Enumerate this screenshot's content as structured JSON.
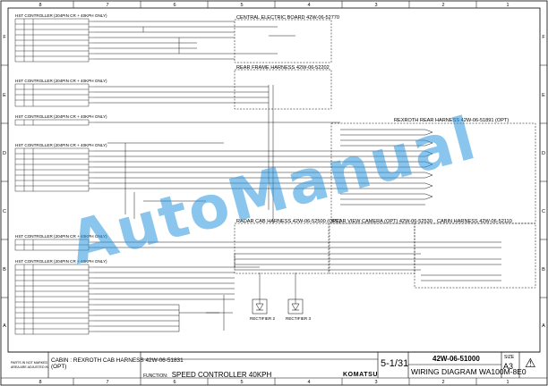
{
  "title_block": {
    "parts_note": "PARTS IN NOT MARKED\nAREA ARE ADJUSTED IN",
    "cabin_harness": "CABIN : REXROTH CAB HARNESS 42W-06-51831\n(OPT)",
    "function_label": "FUNCTION:",
    "function_value": "SPEED CONTROLLER 40KPH",
    "sheet": "5-1/31",
    "drawing_number": "42W-06-51000",
    "drawing_title": "WIRING DIAGRAM WA100M-8E0",
    "brand": "KOMATSU",
    "size_label": "SIZE",
    "size_value": "A3"
  },
  "grid": {
    "columns": [
      "8",
      "7",
      "6",
      "5",
      "4",
      "3",
      "2",
      "1"
    ],
    "rows": [
      "F",
      "E",
      "D",
      "C",
      "B",
      "A"
    ]
  },
  "harness_labels": {
    "central_board": "CENTRAL ELECTRIC BOARD 42W-06-52770",
    "rear_frame": "REAR FRAME HARNESS 42W-06-52202",
    "rexroth_rear": "REXROTH REAR HARNESS 42W-06-51891 (OPT)",
    "radar_cab": "RADAR CAB HARNESS 42W-06-52500 (OPT)",
    "rear_view_camera": "REAR VIEW CAMERA (OPT) 42W-06-52530",
    "cabin_harness": "CABIN HARNESS 42W-06-52110"
  },
  "controller_blocks": [
    "HST CONTROLLER (204PIN CR + 40KPH ONLY)",
    "HST CONTROLLER (204PIN CR + 40KPH ONLY)",
    "HST CONTROLLER (204PIN CR + 40KPH ONLY)",
    "HST CONTROLLER (204PIN CR + 40KPH ONLY)",
    "HST CONTROLLER (204PIN CR + 40KPH ONLY)",
    "HST CONTROLLER (204PIN CR + 40KPH ONLY)"
  ],
  "components": {
    "rectifier_2": "RECTIFIER 2",
    "rectifier_3": "RECTIFIER 3"
  },
  "watermark": "AutoManual"
}
